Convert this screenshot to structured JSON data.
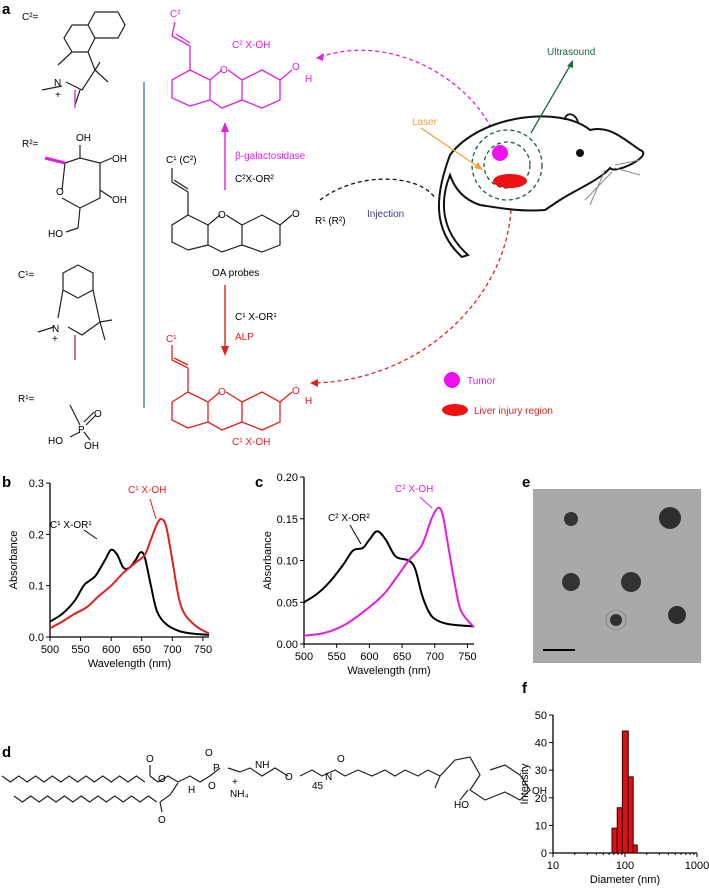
{
  "panel_labels": {
    "a": "a",
    "b": "b",
    "c": "c",
    "d": "d",
    "e": "e",
    "f": "f"
  },
  "panel_a": {
    "c2_label": "C²=",
    "r2_label": "R²=",
    "c1_label": "C¹=",
    "r1_label": "R¹=",
    "n_plus": "N",
    "plus": "+",
    "oh": "OH",
    "ho": "HO",
    "o": "O",
    "h": "H",
    "p": "P",
    "c2_sub": "C²",
    "c1_sub": "C¹",
    "c2xoh": "C² X-OH",
    "c1xoh": "C¹ X-OH",
    "probe_sub": "C¹ (C²)",
    "r_sub": "R¹ (R²)",
    "enzyme_top": "β-galactosidase",
    "probe_top": "C²X-OR²",
    "probe_bottom": "C¹ X-OR¹",
    "enzyme_bottom": "ALP",
    "probes_caption": "OA probes",
    "injection": "Injection",
    "laser": "Laser",
    "ultrasound": "Ultrasound",
    "legend": [
      {
        "label": "Tumor",
        "color": "#ee11ee"
      },
      {
        "label": "Liver injury region",
        "color": "#ee1111"
      }
    ],
    "colors": {
      "c2": "#e020e0",
      "c1": "#e02020",
      "laser": "#f0a040",
      "ultrasound": "#1a6a3a",
      "injection": "#3a3a8a",
      "divider": "#3a7a9a"
    }
  },
  "chart_data": [
    {
      "id": "b",
      "type": "line",
      "xlabel": "Wavelength (nm)",
      "ylabel": "Absorbance",
      "xlim": [
        500,
        760
      ],
      "ylim": [
        0,
        0.3
      ],
      "xticks": [
        "500",
        "550",
        "600",
        "650",
        "700",
        "750"
      ],
      "yticks": [
        "0.0",
        "0.1",
        "0.2",
        "0.3"
      ],
      "series": [
        {
          "name": "C¹ X-OR¹",
          "color": "#000000",
          "x": [
            500,
            520,
            540,
            555,
            565,
            575,
            590,
            600,
            610,
            620,
            630,
            640,
            648,
            655,
            665,
            675,
            690,
            710,
            730,
            760
          ],
          "y": [
            0.03,
            0.045,
            0.07,
            0.1,
            0.11,
            0.12,
            0.15,
            0.17,
            0.16,
            0.135,
            0.135,
            0.15,
            0.165,
            0.155,
            0.1,
            0.05,
            0.025,
            0.012,
            0.007,
            0.004
          ]
        },
        {
          "name": "C¹ X-OH",
          "color": "#e02020",
          "x": [
            500,
            520,
            540,
            560,
            580,
            600,
            620,
            640,
            655,
            665,
            675,
            682,
            690,
            700,
            710,
            720,
            740,
            760
          ],
          "y": [
            0.017,
            0.03,
            0.045,
            0.058,
            0.08,
            0.1,
            0.125,
            0.145,
            0.16,
            0.19,
            0.22,
            0.23,
            0.215,
            0.15,
            0.08,
            0.045,
            0.02,
            0.007
          ]
        }
      ]
    },
    {
      "id": "c",
      "type": "line",
      "xlabel": "Wavelength (nm)",
      "ylabel": "Absorbance",
      "xlim": [
        500,
        760
      ],
      "ylim": [
        0,
        0.2
      ],
      "xticks": [
        "500",
        "550",
        "600",
        "650",
        "700",
        "750"
      ],
      "yticks": [
        "0.00",
        "0.05",
        "0.10",
        "0.15",
        "0.20"
      ],
      "series": [
        {
          "name": "C² X-OR²",
          "color": "#000000",
          "x": [
            500,
            520,
            540,
            560,
            575,
            590,
            600,
            612,
            625,
            640,
            660,
            670,
            680,
            690,
            700,
            720,
            760
          ],
          "y": [
            0.05,
            0.06,
            0.075,
            0.095,
            0.112,
            0.115,
            0.125,
            0.135,
            0.125,
            0.105,
            0.1,
            0.09,
            0.06,
            0.04,
            0.03,
            0.024,
            0.021
          ]
        },
        {
          "name": "C² X-OH",
          "color": "#e020e0",
          "x": [
            500,
            530,
            560,
            590,
            620,
            640,
            660,
            680,
            695,
            705,
            712,
            720,
            730,
            740,
            760
          ],
          "y": [
            0.01,
            0.013,
            0.022,
            0.038,
            0.058,
            0.078,
            0.1,
            0.118,
            0.15,
            0.163,
            0.155,
            0.12,
            0.075,
            0.04,
            0.02
          ]
        }
      ]
    },
    {
      "id": "f",
      "type": "bar",
      "xlabel": "Diameter (nm)",
      "ylabel": "Intensity",
      "xscale": "log",
      "xlim": [
        10,
        1000
      ],
      "ylim": [
        0,
        50
      ],
      "xticks": [
        "10",
        "100",
        "1000"
      ],
      "yticks": [
        "0",
        "10",
        "20",
        "30",
        "40",
        "50"
      ],
      "bar_color": "#dd1111",
      "bins": [
        [
          66,
          78
        ],
        [
          78,
          92
        ],
        [
          92,
          111
        ],
        [
          111,
          130
        ],
        [
          130,
          148
        ]
      ],
      "values": [
        9,
        16.4,
        44.2,
        27.6,
        2.9
      ]
    }
  ],
  "panel_d": {
    "o": "O",
    "h": "H",
    "p": "P",
    "nh": "NH",
    "n": "N",
    "nh4": "NH₄",
    "plus": "+",
    "repeat": "45",
    "ho": "HO",
    "oh": "OH"
  }
}
